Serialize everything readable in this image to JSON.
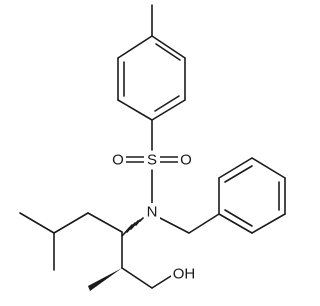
{
  "molecule": {
    "atoms": {
      "sulfur": "S",
      "sulfonyl_oxygen_left": "O",
      "sulfonyl_oxygen_right": "O",
      "nitrogen": "N",
      "hydroxyl": "OH"
    },
    "colors": {
      "bond": "#1a1a1a",
      "background": "#ffffff"
    }
  }
}
